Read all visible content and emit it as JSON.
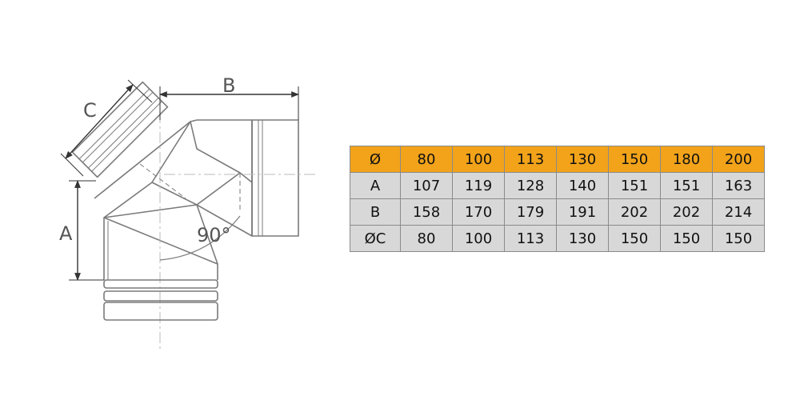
{
  "diagram": {
    "labels": {
      "a": "A",
      "b": "B",
      "c": "C",
      "angle": "90°"
    },
    "colors": {
      "stroke": "#7a7a7a",
      "dim_line": "#333333",
      "header_fill": "#f2a31a",
      "cell_fill": "#d8d8d8"
    }
  },
  "table": {
    "header": [
      "Ø",
      "80",
      "100",
      "113",
      "130",
      "150",
      "180",
      "200"
    ],
    "rows": [
      [
        "A",
        "107",
        "119",
        "128",
        "140",
        "151",
        "151",
        "163"
      ],
      [
        "B",
        "158",
        "170",
        "179",
        "191",
        "202",
        "202",
        "214"
      ],
      [
        "ØC",
        "80",
        "100",
        "113",
        "130",
        "150",
        "150",
        "150"
      ]
    ]
  }
}
